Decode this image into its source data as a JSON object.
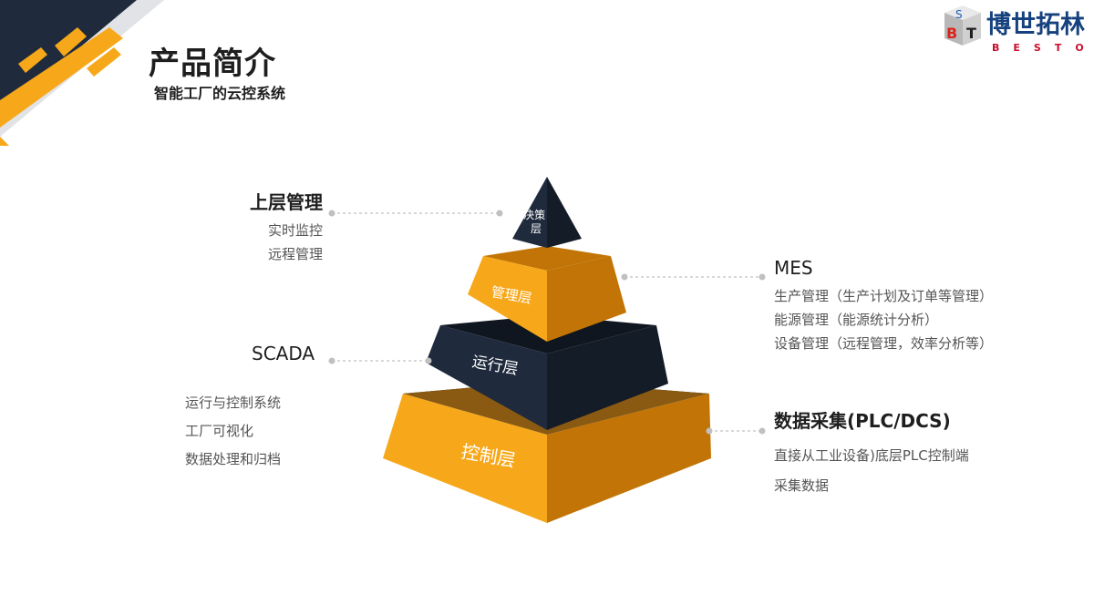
{
  "header": {
    "title": "产品简介",
    "subtitle": "智能工厂的云控系统"
  },
  "logo": {
    "name": "博世拓林",
    "tagline": "BESTOL",
    "mark_letters": [
      "B",
      "S",
      "T"
    ]
  },
  "pyramid": {
    "layers": [
      {
        "label": "决策层"
      },
      {
        "label": "管理层"
      },
      {
        "label": "运行层"
      },
      {
        "label": "控制层"
      }
    ]
  },
  "callouts": {
    "upper": {
      "title": "上层管理",
      "items": [
        "实时监控",
        "远程管理"
      ]
    },
    "mes": {
      "title": "MES",
      "items": [
        "生产管理（生产计划及订单等管理）",
        "能源管理（能源统计分析）",
        "设备管理（远程管理，效率分析等）"
      ]
    },
    "scada": {
      "title": "SCADA",
      "items": [
        "运行与控制系统",
        "工厂可视化",
        "数据处理和归档"
      ]
    },
    "data": {
      "title": "数据采集(PLC/DCS)",
      "items": [
        "直接从工业设备)底层PLC控制端",
        "采集数据"
      ]
    }
  },
  "colors": {
    "navy": "#1f2b3d",
    "navy_dark": "#141c28",
    "orange": "#f7a81a",
    "orange_dark": "#c27506",
    "connector": "#c0c0c0"
  }
}
